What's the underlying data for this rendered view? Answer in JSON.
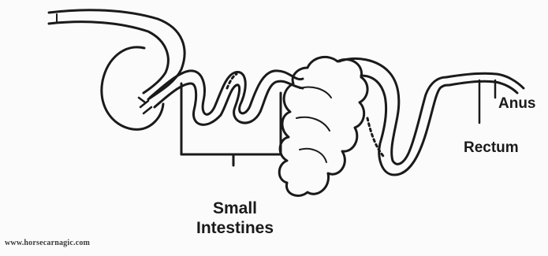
{
  "diagram": {
    "labels": {
      "small_intestines": "Small Intestines",
      "rectum": "Rectum",
      "anus": "Anus"
    },
    "watermark": "www.horsecarnagic.com",
    "colors": {
      "ink": "#1a1a1a",
      "background": "#ffffff"
    }
  }
}
